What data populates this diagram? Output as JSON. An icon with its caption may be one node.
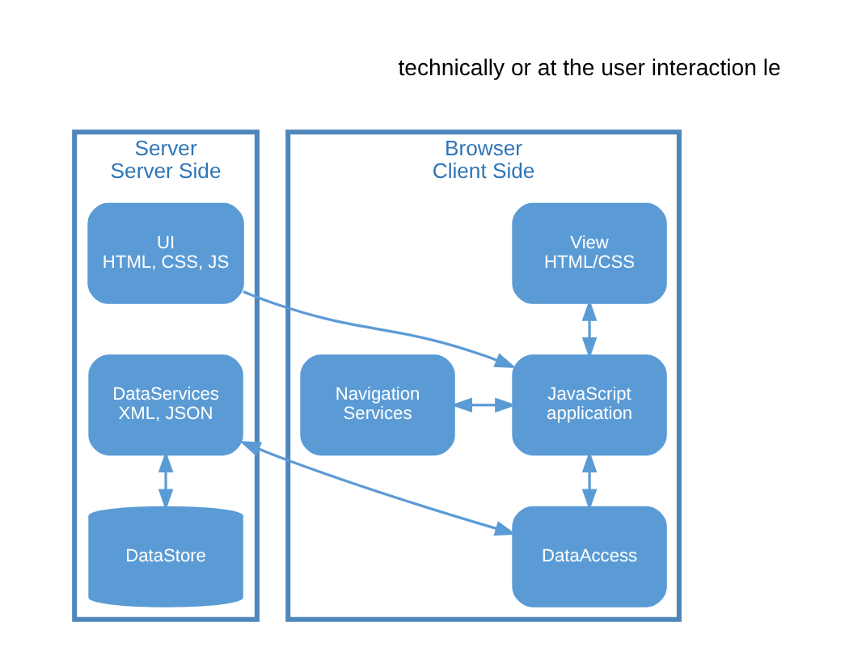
{
  "diagram": {
    "nodes": [
      {
        "text": [
          "Browser",
          "Client Side"
        ]
      },
      {
        "text": [
          "View HTML/CSS"
        ],
        "in": 0
      },
      {
        "text": [
          "Navigation Services"
        ],
        "in": 0
      },
      {
        "text": [
          "JavaScript application"
        ],
        "in": 0
      },
      {
        "text": [
          "DataAccess"
        ],
        "in": 0
      },
      {
        "text": [
          "Server",
          "Server Side"
        ]
      },
      {
        "text": [
          "UI HTML, CSS, JS"
        ],
        "in": 5
      },
      {
        "text": [
          "DataServices XML, JSON"
        ],
        "in": 5
      },
      {
        "text": [
          "DataStore"
        ],
        "in": 5
      }
    ],
    "edges": [
      {
        "from": 1,
        "to": 3,
        "arrow": "both"
      },
      {
        "from": 2,
        "to": 3,
        "arrow": "both"
      },
      {
        "from": 3,
        "to": 4,
        "arrow": "both"
      },
      {
        "from": 6,
        "to": 3,
        "arrow": "to"
      },
      {
        "from": 4,
        "to": 7,
        "arrow": "both"
      },
      {
        "from": 7,
        "to": 8,
        "arrow": "both"
      }
    ],
    "labels": [
      "technically or at the user interaction le"
    ]
  }
}
